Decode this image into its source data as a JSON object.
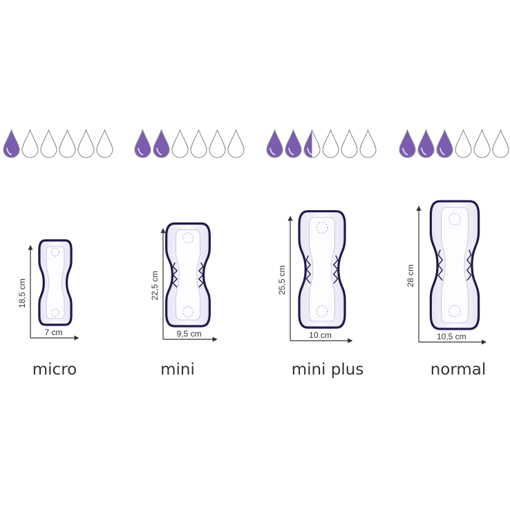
{
  "colors": {
    "accent": "#7b5cb0",
    "outline": "#1e1b4a",
    "drop_stroke": "#8c8c8c",
    "text": "#333333"
  },
  "products": [
    {
      "name": "micro",
      "absorbency": 1.0,
      "max_drops": 6,
      "height_label": "18,5 cm",
      "width_label": "7 cm",
      "height_cm": 18.5,
      "width_cm": 7.0
    },
    {
      "name": "mini",
      "absorbency": 2.0,
      "max_drops": 6,
      "height_label": "22,5 cm",
      "width_label": "9,5 cm",
      "height_cm": 22.5,
      "width_cm": 9.5
    },
    {
      "name": "mini plus",
      "absorbency": 2.5,
      "max_drops": 6,
      "height_label": "25,5 cm",
      "width_label": "10 cm",
      "height_cm": 25.5,
      "width_cm": 10.0
    },
    {
      "name": "normal",
      "absorbency": 3.0,
      "max_drops": 6,
      "height_label": "28 cm",
      "width_label": "10,5 cm",
      "height_cm": 28.0,
      "width_cm": 10.5
    }
  ]
}
